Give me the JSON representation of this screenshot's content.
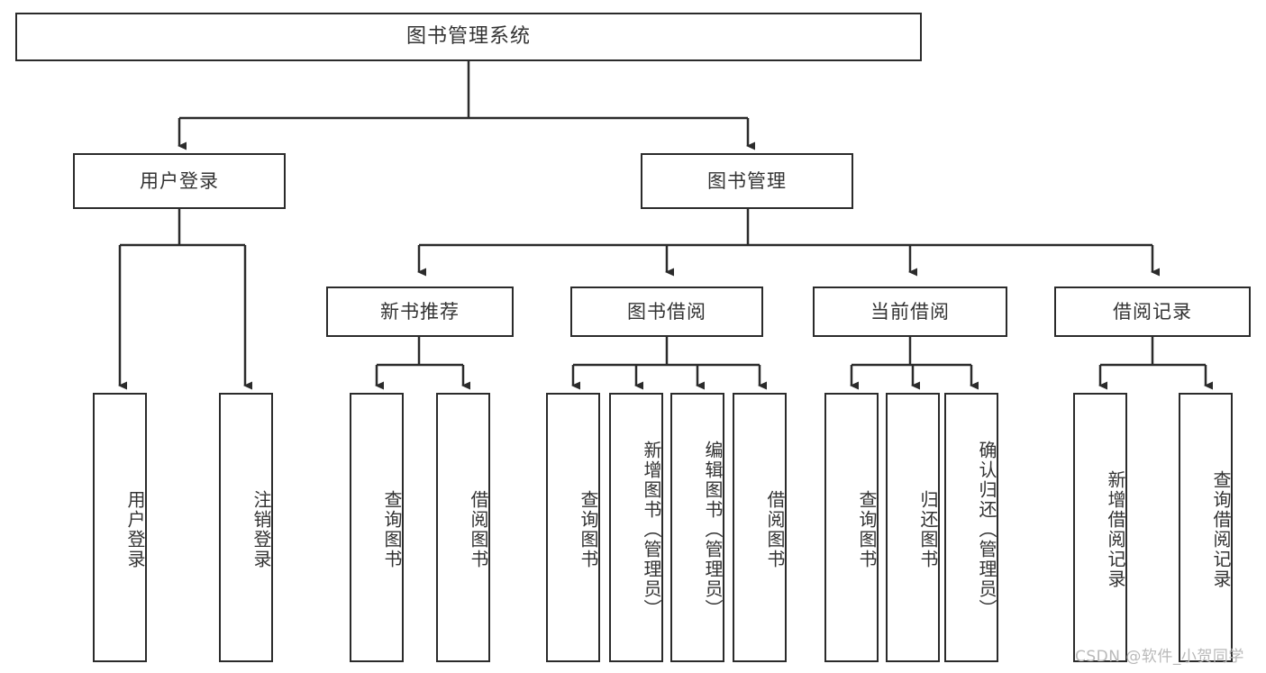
{
  "diagram": {
    "type": "tree",
    "title": "图书管理系统",
    "root": {
      "label": "图书管理系统"
    },
    "level1": [
      {
        "label": "用户登录"
      },
      {
        "label": "图书管理"
      }
    ],
    "level2": [
      {
        "label": "新书推荐"
      },
      {
        "label": "图书借阅"
      },
      {
        "label": "当前借阅"
      },
      {
        "label": "借阅记录"
      }
    ],
    "leaves": {
      "user_login": [
        {
          "label": "用户登录"
        },
        {
          "label": "注销登录"
        }
      ],
      "new_book_recommend": [
        {
          "label": "查询图书"
        },
        {
          "label": "借阅图书"
        }
      ],
      "book_borrow": [
        {
          "label": "查询图书"
        },
        {
          "label": "新增图书（管理员）"
        },
        {
          "label": "编辑图书（管理员）"
        },
        {
          "label": "借阅图书"
        }
      ],
      "current_borrow": [
        {
          "label": "查询图书"
        },
        {
          "label": "归还图书"
        },
        {
          "label": "确认归还（管理员）"
        }
      ],
      "borrow_record": [
        {
          "label": "新增借阅记录"
        },
        {
          "label": "查询借阅记录"
        }
      ]
    }
  },
  "watermark": {
    "text": "CSDN @软件_小贺同学"
  },
  "colors": {
    "border": "#2b2b2b",
    "text": "#333333",
    "background": "#ffffff",
    "watermark": "#b9b9b9"
  }
}
